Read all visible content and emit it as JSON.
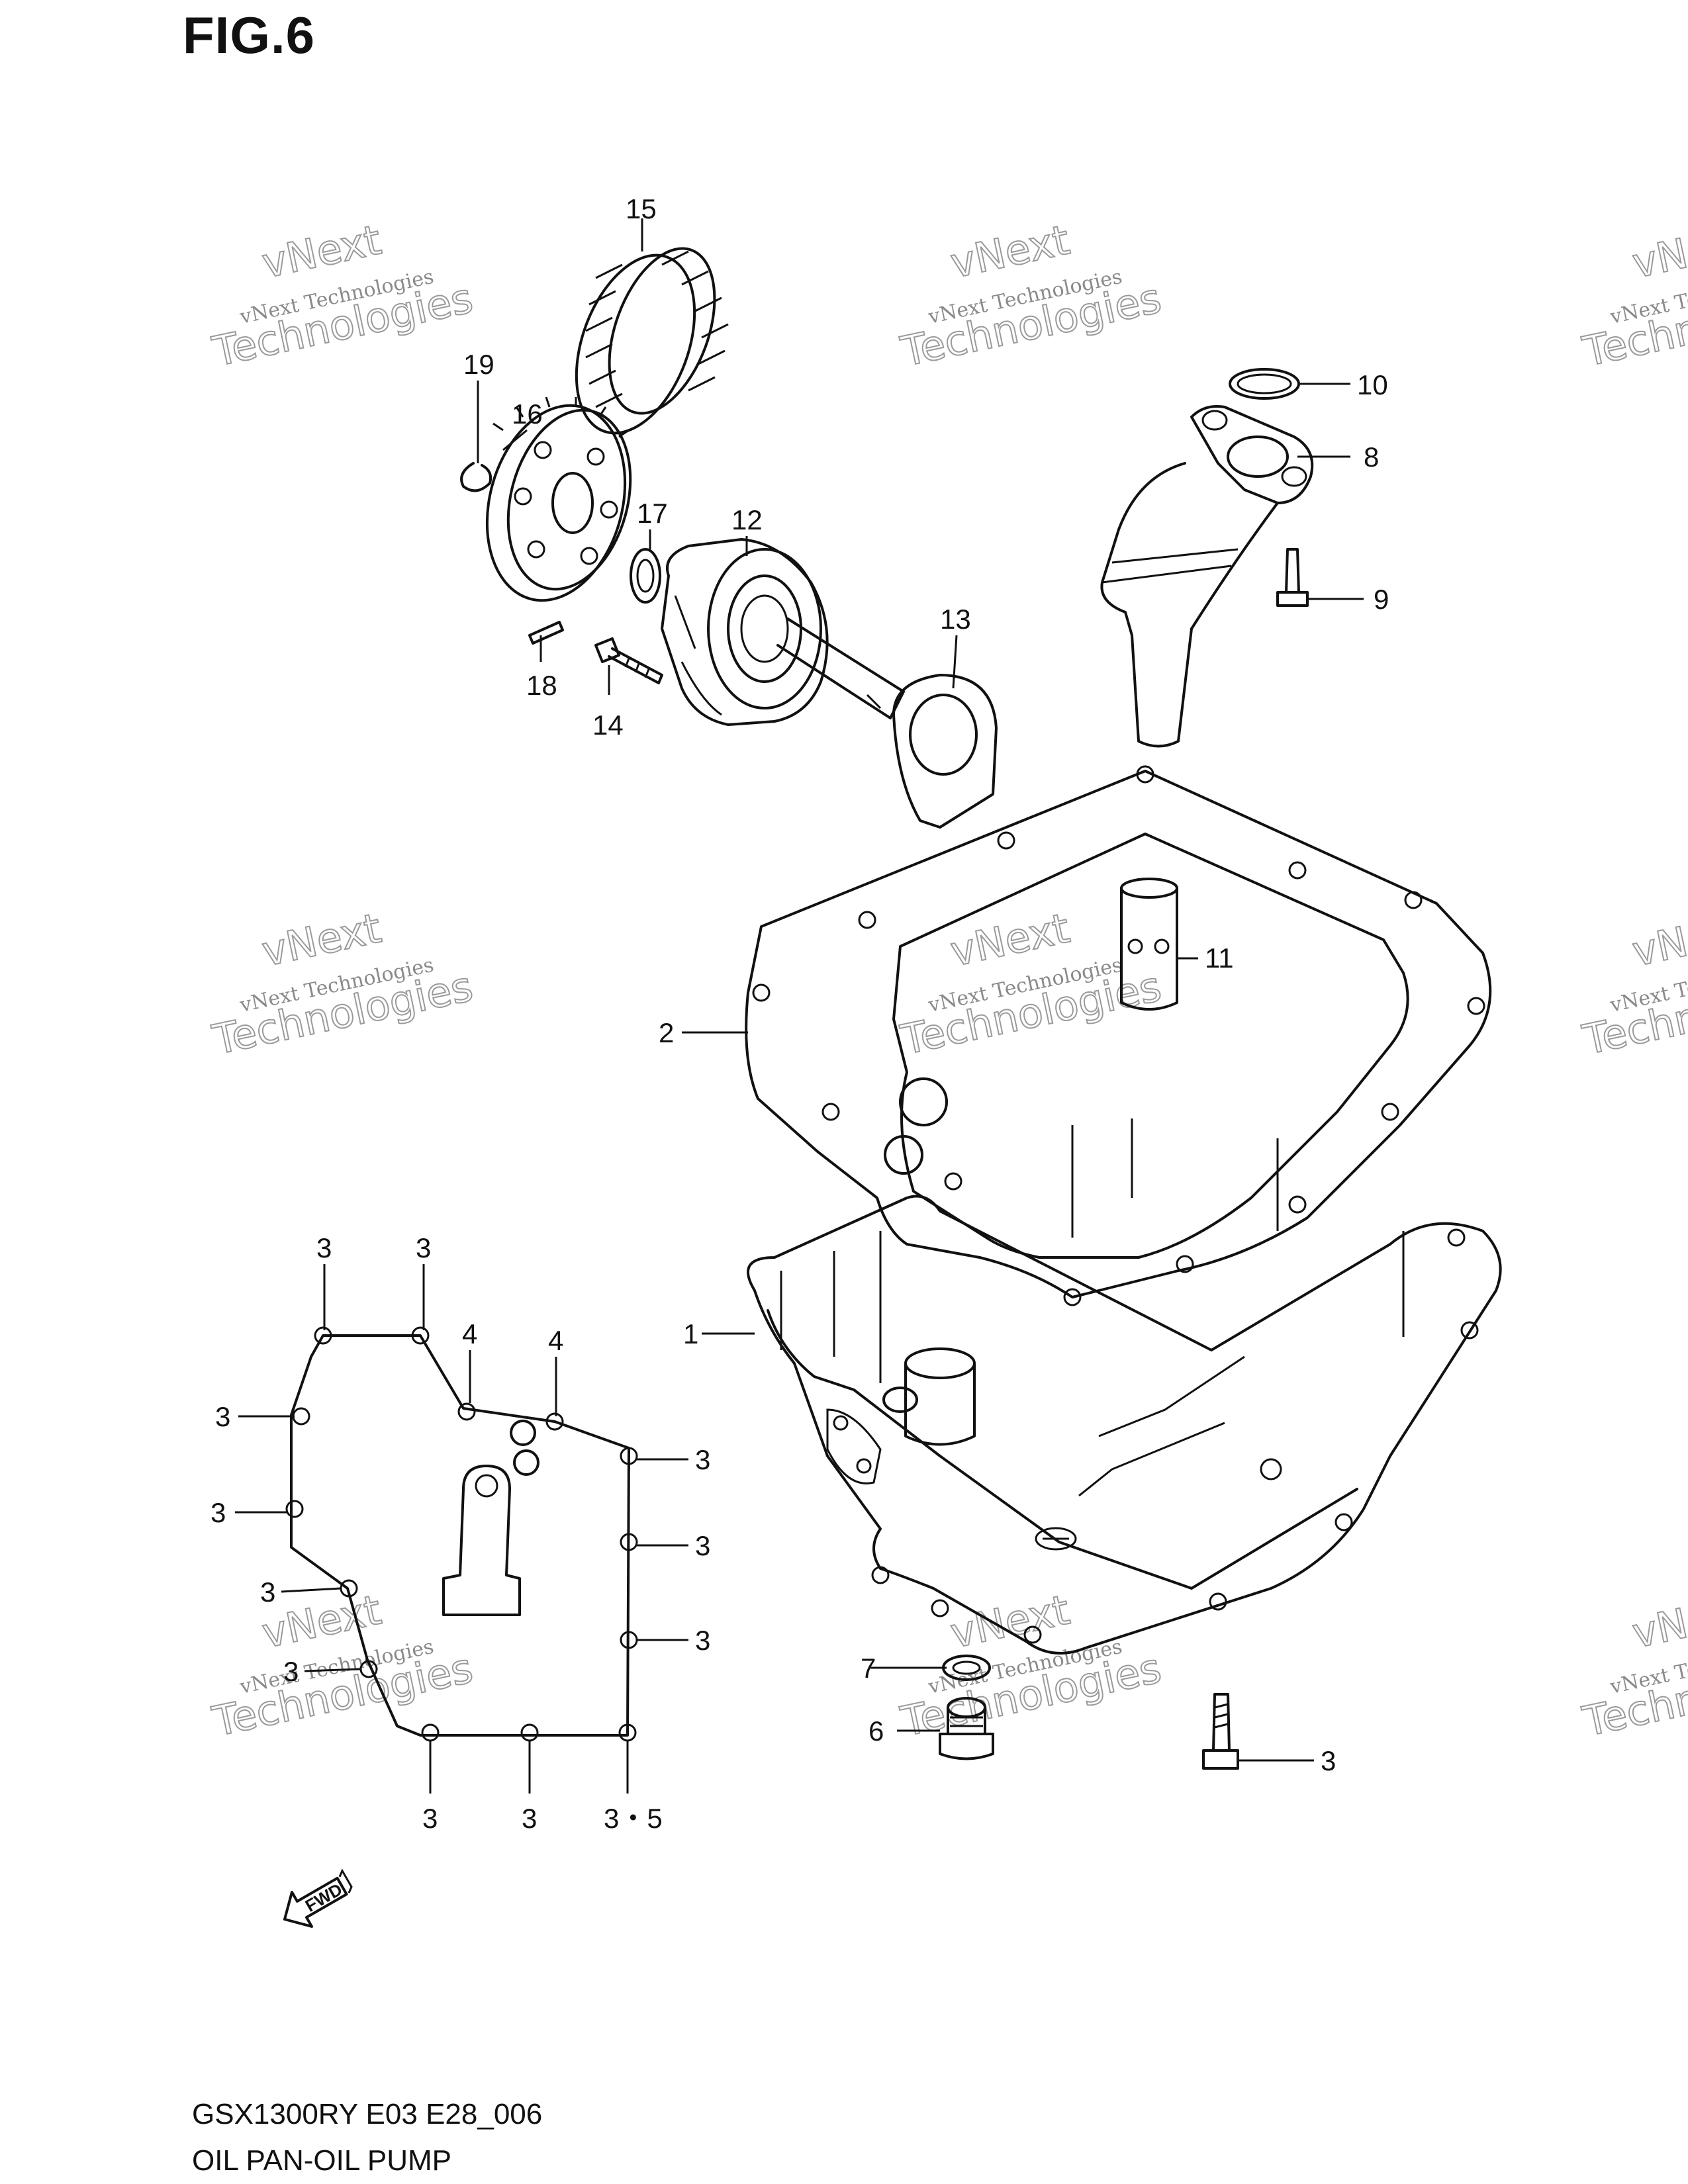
{
  "figure_label": "FIG.6",
  "model_code": "GSX1300RY E03 E28_006",
  "diagram_title": "OIL PAN-OIL PUMP",
  "watermark": {
    "line1": "vNext Technologies",
    "line2": "vNext",
    "line3": "Technologies"
  },
  "fwd_label": "FWD",
  "callouts": {
    "c1": "1",
    "c2": "2",
    "c3": "3",
    "c4": "4",
    "c6": "6",
    "c7": "7",
    "c8": "8",
    "c9": "9",
    "c10": "10",
    "c11": "11",
    "c12": "12",
    "c13": "13",
    "c14": "14",
    "c15": "15",
    "c16": "16",
    "c17": "17",
    "c18": "18",
    "c19": "19",
    "c35": "3・5"
  }
}
